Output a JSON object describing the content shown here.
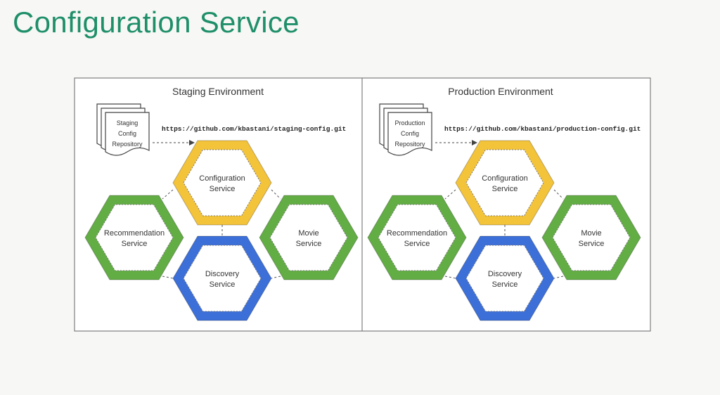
{
  "slide": {
    "title": "Configuration Service"
  },
  "colors": {
    "config_service": "#f3c33a",
    "discovery_service": "#3c6fd8",
    "app_service": "#63ad45",
    "connector": "#555555"
  },
  "panels": [
    {
      "title": "Staging Environment",
      "repo_label": [
        "Staging",
        "Config",
        "Repository"
      ],
      "repo_url": "https://github.com/kbastani/staging-config.git",
      "services": {
        "configuration": [
          "Configuration",
          "Service"
        ],
        "recommendation": [
          "Recommendation",
          "Service"
        ],
        "movie": [
          "Movie",
          "Service"
        ],
        "discovery": [
          "Discovery",
          "Service"
        ]
      }
    },
    {
      "title": "Production Environment",
      "repo_label": [
        "Production",
        "Config",
        "Repository"
      ],
      "repo_url": "https://github.com/kbastani/production-config.git",
      "services": {
        "configuration": [
          "Configuration",
          "Service"
        ],
        "recommendation": [
          "Recommendation",
          "Service"
        ],
        "movie": [
          "Movie",
          "Service"
        ],
        "discovery": [
          "Discovery",
          "Service"
        ]
      }
    }
  ]
}
